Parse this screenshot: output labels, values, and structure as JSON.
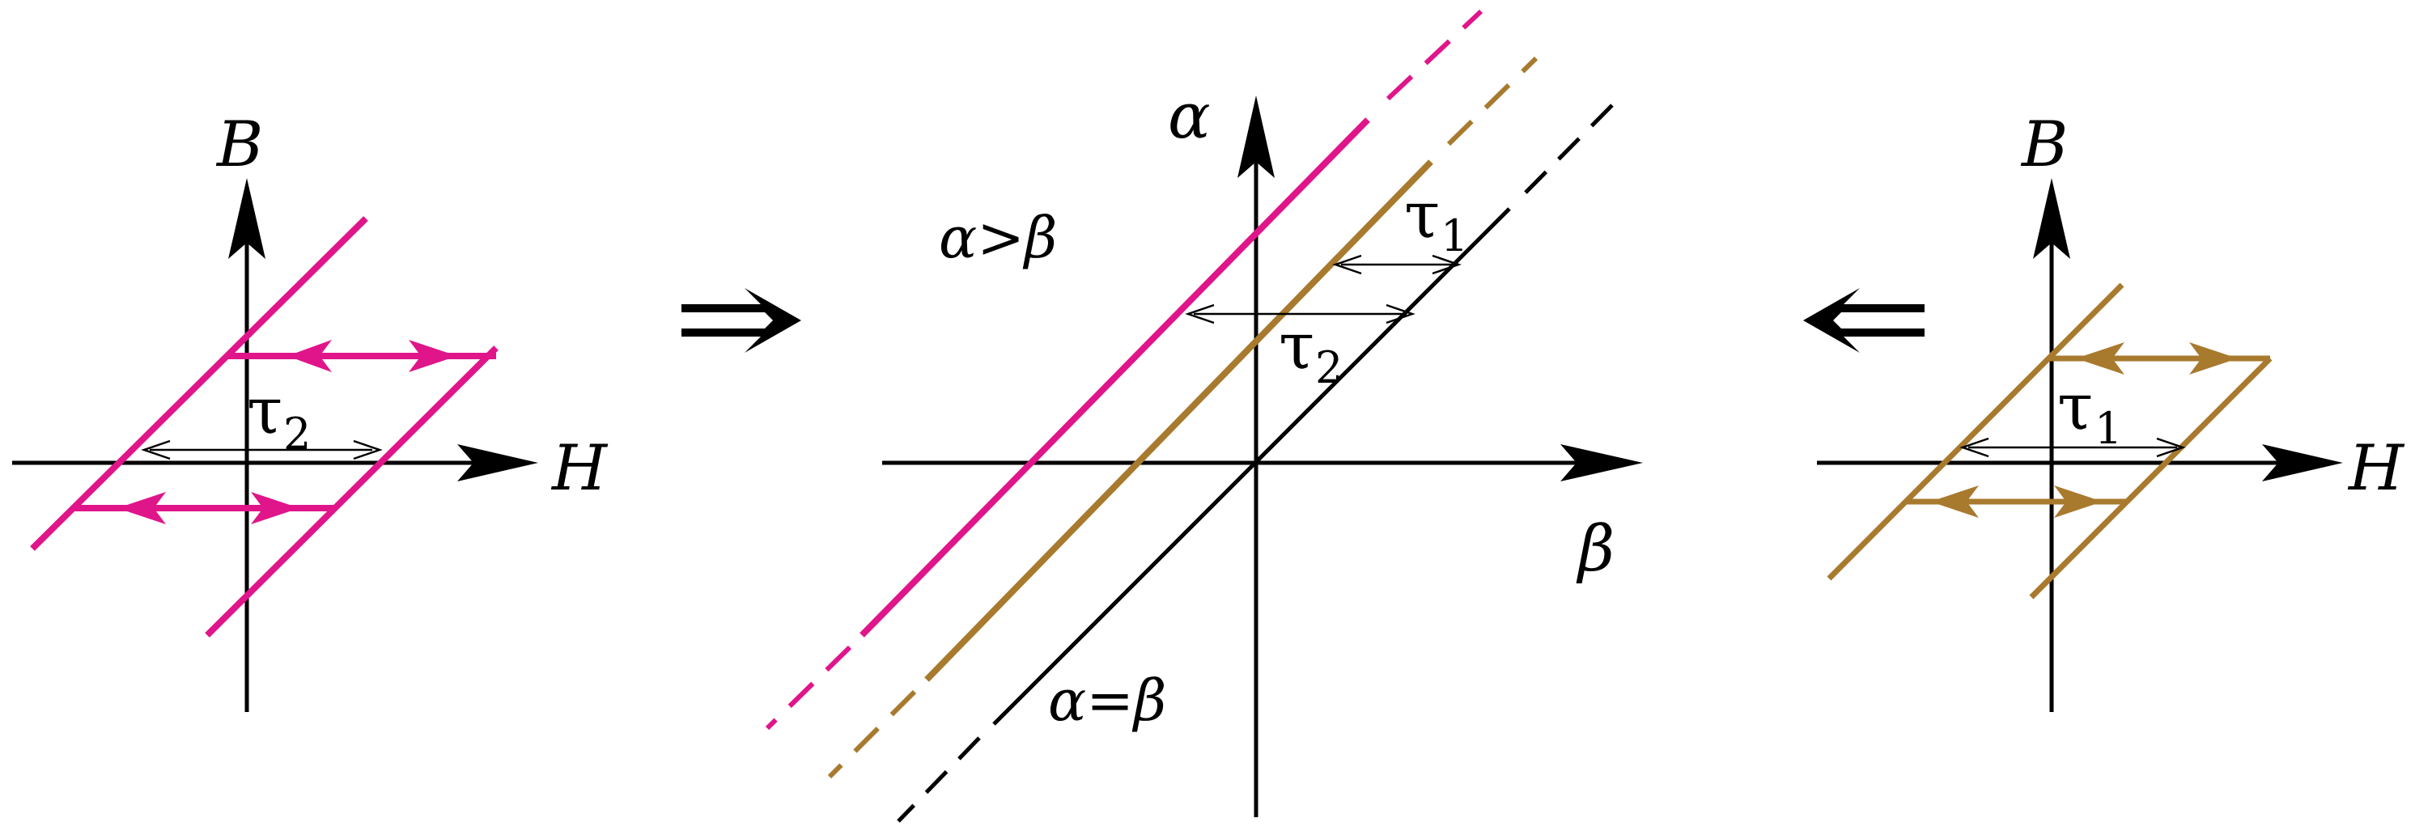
{
  "colors": {
    "magenta": "#E0158A",
    "gold": "#A87A2E",
    "black": "#000000"
  },
  "left_panel": {
    "vertical_axis_label": "B",
    "horizontal_axis_label": "H",
    "tau_symbol": "τ",
    "tau_subscript": "2"
  },
  "middle_panel": {
    "vertical_axis_label": "α",
    "horizontal_axis_label": "β",
    "region_label": "α>β",
    "diagonal_label": "α=β",
    "tau_top_symbol": "τ",
    "tau_top_subscript": "1",
    "tau_bottom_symbol": "τ",
    "tau_bottom_subscript": "2"
  },
  "right_panel": {
    "vertical_axis_label": "B",
    "horizontal_axis_label": "H",
    "tau_symbol": "τ",
    "tau_subscript": "1"
  },
  "arrows": {
    "left_implies": "right-double-arrow-icon",
    "right_implies": "left-double-arrow-icon"
  }
}
